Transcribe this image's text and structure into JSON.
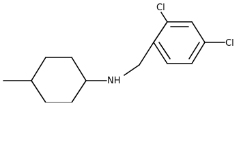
{
  "molecule": {
    "atoms": {
      "nitrogen": "NH",
      "chlorine_top": "Cl",
      "chlorine_right": "Cl"
    },
    "colors": {
      "bond": "#000000",
      "label": "#000000",
      "background": "#ffffff"
    }
  }
}
